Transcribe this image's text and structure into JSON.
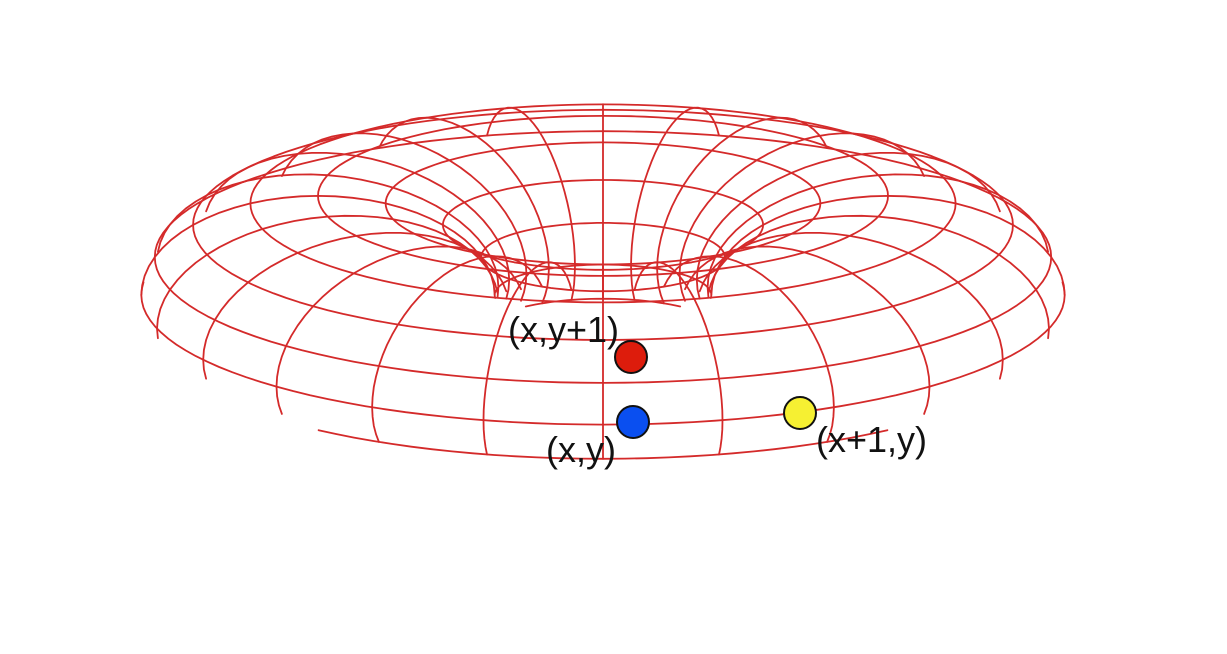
{
  "colors": {
    "mesh": "#d42a2a",
    "background": "#ffffff",
    "outline": "#111111"
  },
  "mesh": {
    "surface": "torus",
    "rings": 24,
    "tube_segments": 16
  },
  "points": [
    {
      "id": "top",
      "label": "(x,y+1)",
      "color": "#dd1c0c"
    },
    {
      "id": "origin",
      "label": "(x,y)",
      "color": "#0a4ff0"
    },
    {
      "id": "right",
      "label": "(x+1,y)",
      "color": "#f6f032"
    }
  ]
}
